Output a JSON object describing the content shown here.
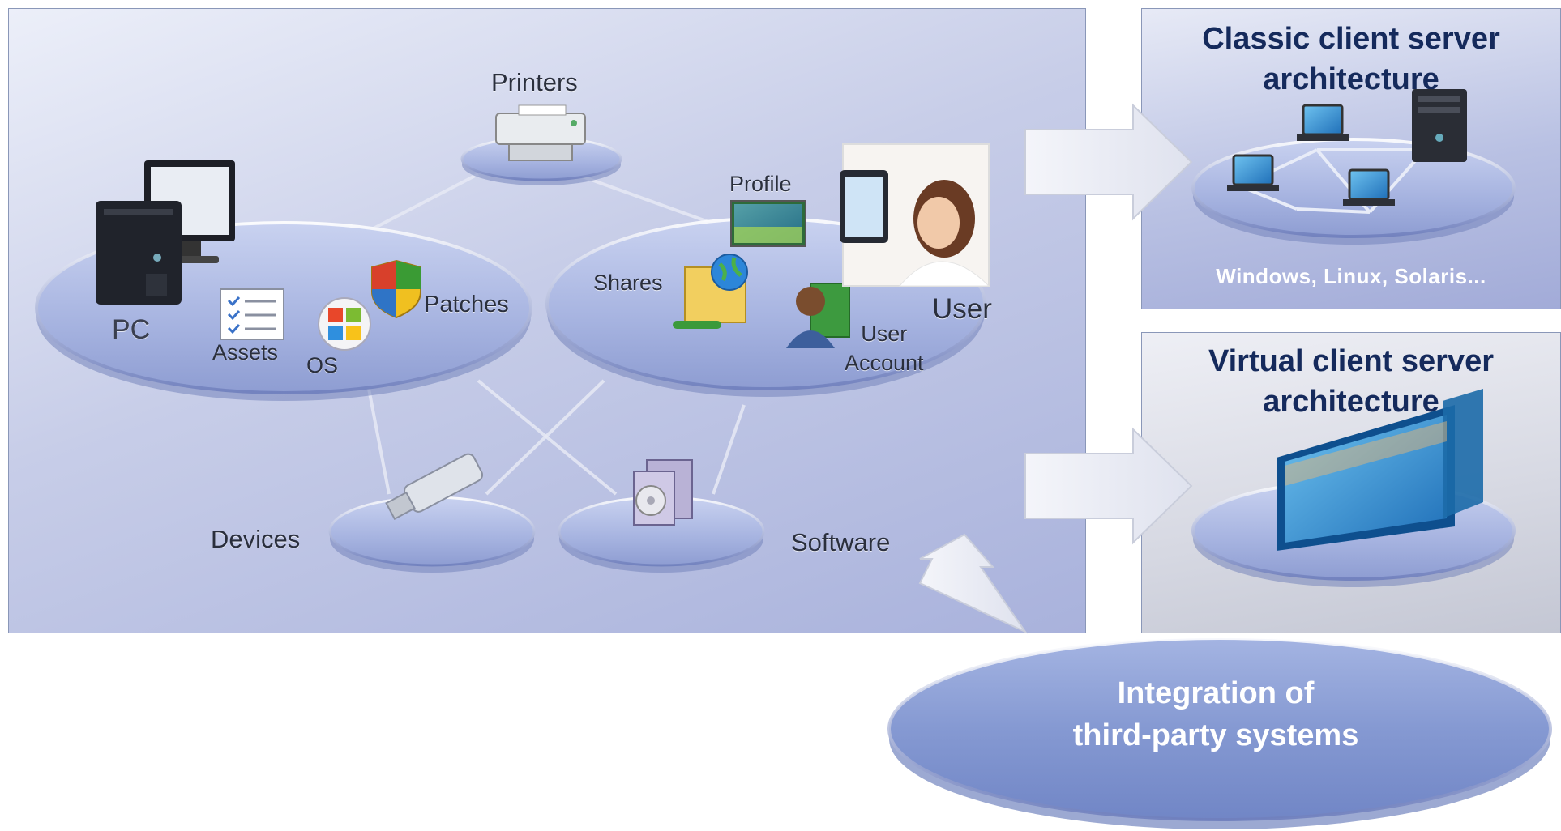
{
  "nodes": {
    "printers": "Printers",
    "pc": "PC",
    "assets": "Assets",
    "os": "OS",
    "patches": "Patches",
    "profile": "Profile",
    "shares": "Shares",
    "user": "User",
    "user_account": "User\nAccount",
    "devices": "Devices",
    "software": "Software"
  },
  "classic": {
    "title": "Classic client server architecture",
    "caption": "Windows, Linux, Solaris..."
  },
  "virtual": {
    "title": "Virtual client server architecture"
  },
  "integration": {
    "text": "Integration of\nthird-party systems"
  },
  "colors": {
    "panel_border": "#8a97b8",
    "title_text": "#152a5c",
    "platform_fill": "#a8b4e0",
    "bubble_fill": "#7f95cf"
  }
}
